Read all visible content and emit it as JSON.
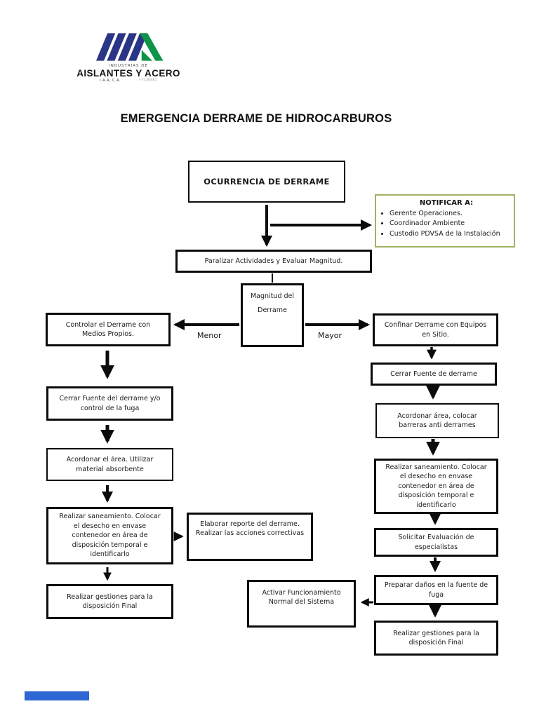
{
  "logo": {
    "industrias": "INDUSTRIAS DE",
    "name": "AISLANTES Y ACERO",
    "sub": "I.A.A, C.A.",
    "sub_right": "I-7136481",
    "navy": "#2b3585",
    "green": "#0e9448"
  },
  "title": "EMERGENCIA DERRAME DE HIDROCARBUROS",
  "flowchart": {
    "nodes": {
      "ocurrencia": "OCURRENCIA DE DERRAME",
      "paralizar": "Paralizar Actividades y Evaluar Magnitud.",
      "magnitud": "Magnitud del Derrame",
      "controlar": "Controlar el Derrame con Medios Propios.",
      "confinar": "Confinar Derrame con Equipos en Sitio.",
      "cerrar_izq": "Cerrar Fuente del derrame y/o control de la fuga",
      "acordonar_izq": "Acordonar el área. Utilizar material absorbente",
      "saneamiento_izq": "Realizar saneamiento. Colocar el desecho en envase contenedor en área de disposición temporal e identificarlo",
      "gestiones_izq": "Realizar gestiones para la disposición Final",
      "elaborar": "Elaborar reporte del derrame. Realizar las acciones correctivas",
      "activar": "Activar Funcionamiento Normal del Sistema",
      "cerrar_der": "Cerrar Fuente de derrame",
      "acordonar_der": "Acordonar área, colocar barreras anti derrames",
      "saneamiento_der": "Realizar saneamiento. Colocar el desecho en envase contenedor en área de disposición temporal e identificarlo",
      "solicitar": "Solicitar Evaluación de especialistas",
      "preparar": "Preparar daños en la fuente de fuga",
      "gestiones_der": "Realizar gestiones para la disposición Final"
    },
    "notificar": {
      "title": "NOTIFICAR A:",
      "items": [
        "Gerente Operaciones.",
        "Coordinador Ambiente",
        "Custodio PDVSA de la Instalación"
      ],
      "border_color": "#9fb265"
    },
    "branch_labels": {
      "menor": "Menor",
      "mayor": "Mayor"
    },
    "colors": {
      "box_border": "#0b0b0b",
      "arrow": "#0b0b0b",
      "bottom_bar": "#2e67d3"
    }
  }
}
